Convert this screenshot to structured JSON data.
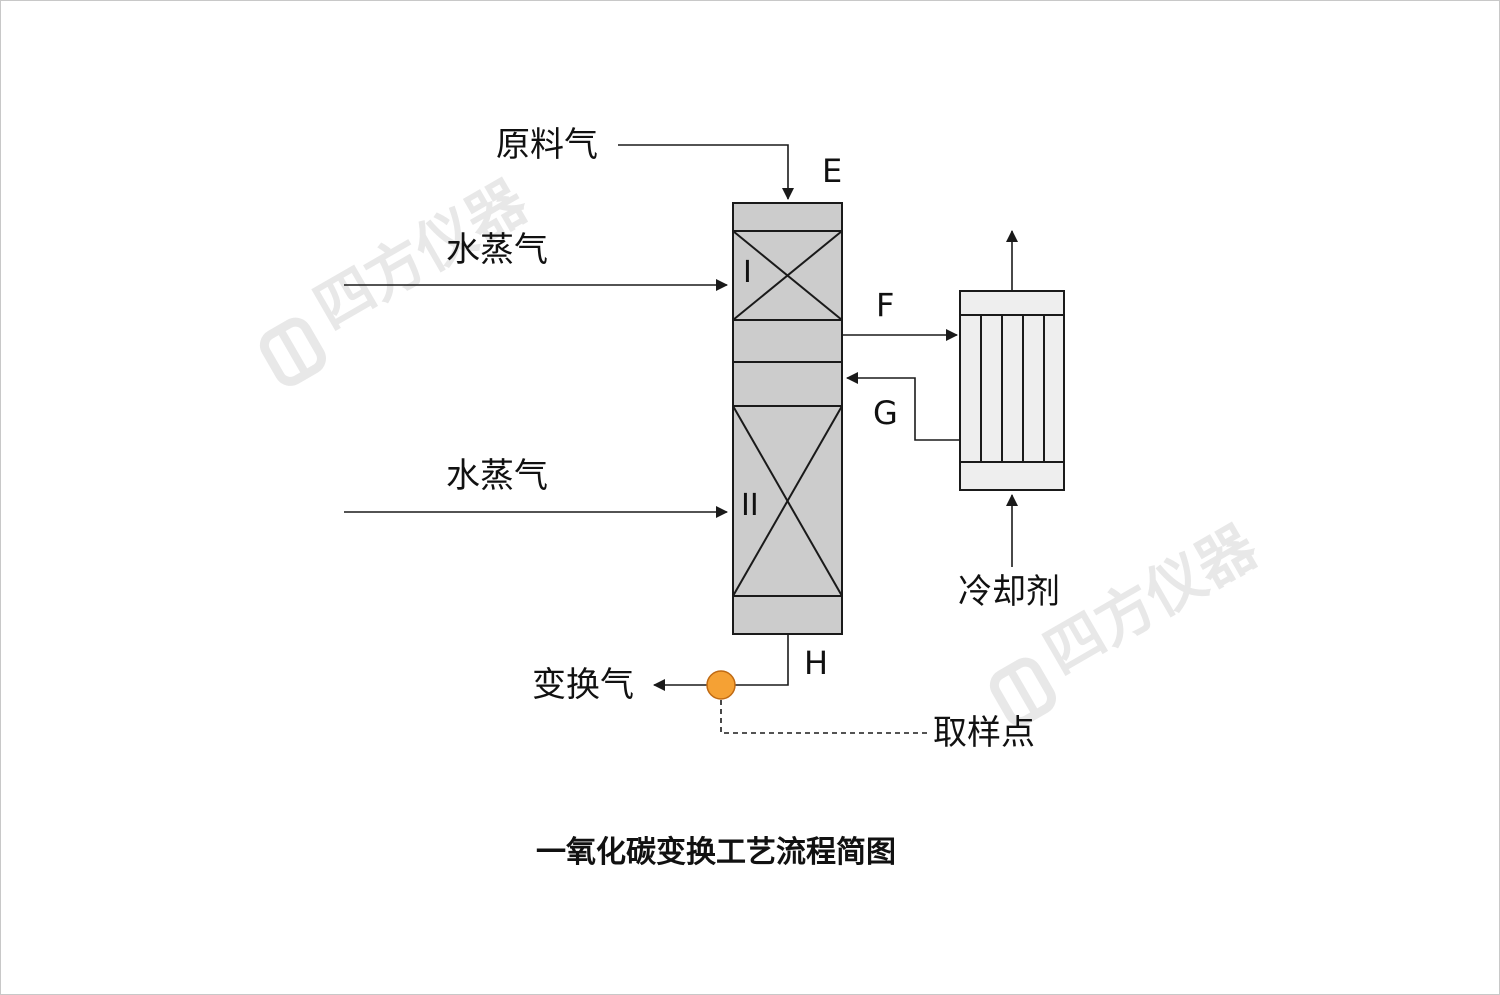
{
  "diagram": {
    "title": "一氧化碳变换工艺流程简图",
    "labels": {
      "feed_gas": "原料气",
      "steam_1": "水蒸气",
      "steam_2": "水蒸气",
      "coolant": "冷却剂",
      "shifted_gas": "变换气",
      "sampling_point": "取样点",
      "point_e": "E",
      "point_f": "F",
      "point_g": "G",
      "point_h": "H",
      "bed_1": "I",
      "bed_2": "II"
    },
    "watermark": "四方仪器",
    "colors": {
      "stroke": "#1a1a1a",
      "reactor_fill": "#cccccc",
      "exchanger_fill": "#eeeeee",
      "sample_point_fill": "#f5a134",
      "sample_point_stroke": "#c06a12",
      "watermark": "#e6e6e6"
    }
  }
}
